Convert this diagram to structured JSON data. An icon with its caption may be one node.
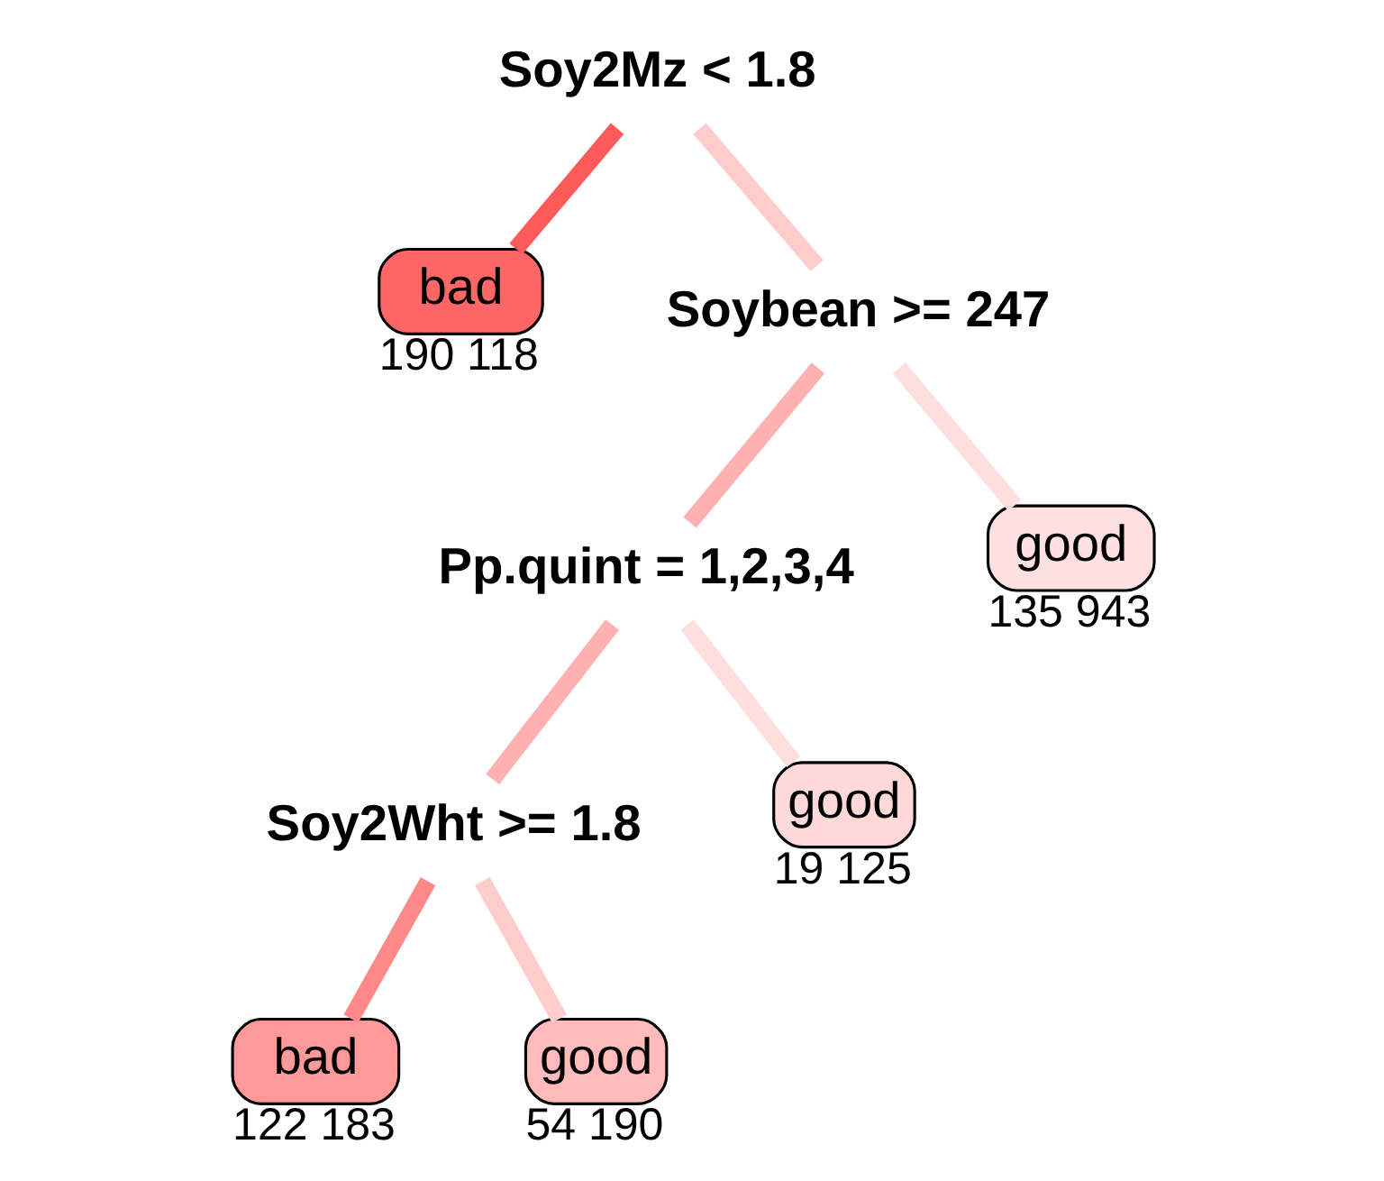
{
  "diagram": {
    "nodes": [
      {
        "text": [
          "Soy2Mz < 1.8"
        ]
      },
      {
        "text": [
          "bad"
        ],
        "beside": [
          "190 118"
        ]
      },
      {
        "text": [
          "Soybean >= 247"
        ]
      },
      {
        "text": [
          "Pp.quint = 1,2,3,4"
        ]
      },
      {
        "text": [
          "good"
        ],
        "beside": [
          "135 943"
        ]
      },
      {
        "text": [
          "Soy2Wht >= 1.8"
        ]
      },
      {
        "text": [
          "good"
        ],
        "beside": [
          "19 125"
        ]
      },
      {
        "text": [
          "bad"
        ],
        "beside": [
          "122 183"
        ]
      },
      {
        "text": [
          "good"
        ],
        "beside": [
          "54 190"
        ]
      }
    ],
    "edges": [
      {
        "from": 0,
        "to": 1,
        "arrow": "none",
        "color": "#ff5a5a"
      },
      {
        "from": 0,
        "to": 2,
        "arrow": "none",
        "color": "#ffcccc"
      },
      {
        "from": 2,
        "to": 3,
        "arrow": "none",
        "color": "#ffb0b0"
      },
      {
        "from": 2,
        "to": 4,
        "arrow": "none",
        "color": "#ffdede"
      },
      {
        "from": 3,
        "to": 5,
        "arrow": "none",
        "color": "#ffb0b0"
      },
      {
        "from": 3,
        "to": 6,
        "arrow": "none",
        "color": "#ffdede"
      },
      {
        "from": 5,
        "to": 7,
        "arrow": "none",
        "color": "#ff8888"
      },
      {
        "from": 5,
        "to": 8,
        "arrow": "none",
        "color": "#ffcccc"
      }
    ]
  }
}
